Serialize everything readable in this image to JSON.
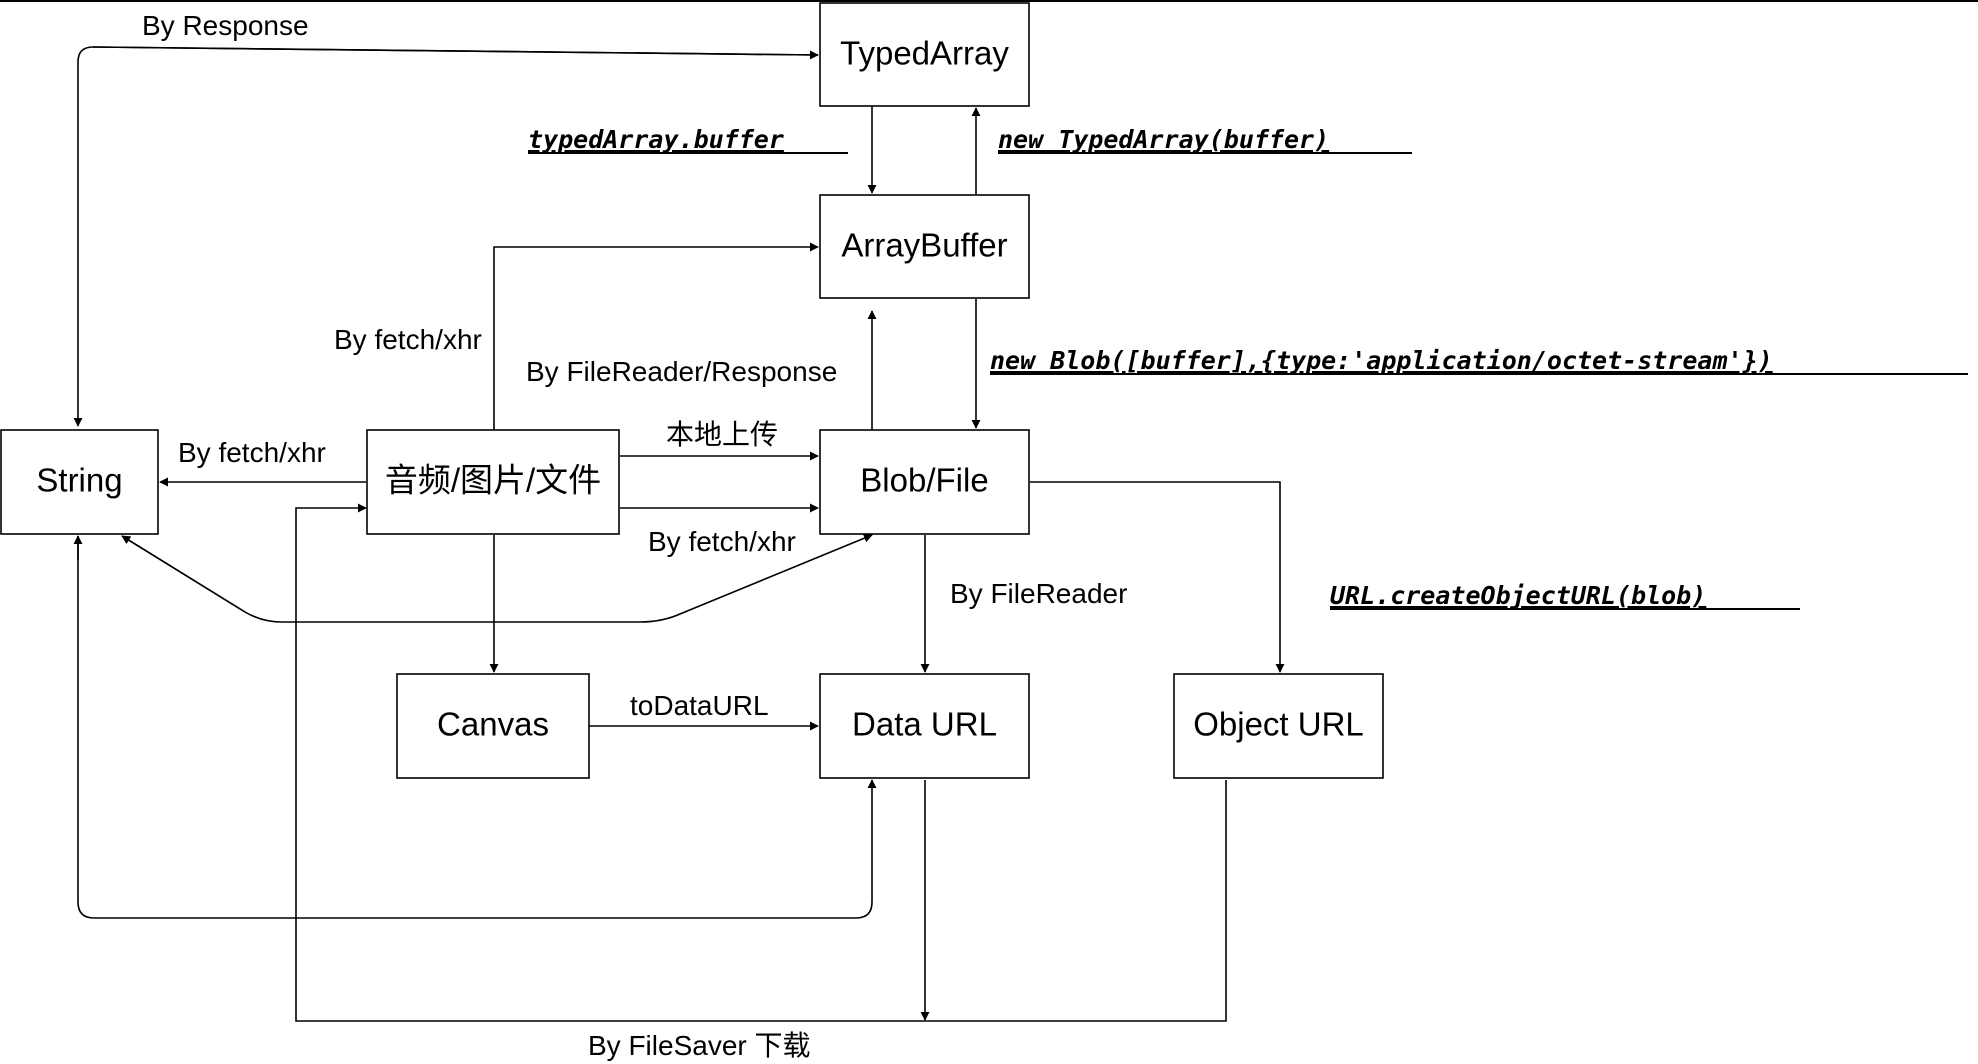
{
  "nodes": {
    "typed_array": "TypedArray",
    "array_buffer": "ArrayBuffer",
    "string": "String",
    "media_file": "音频/图片/文件",
    "blob_file": "Blob/File",
    "canvas": "Canvas",
    "data_url": "Data URL",
    "object_url": "Object URL"
  },
  "edges": {
    "by_response": "By Response",
    "typed_array_buffer": "typedArray.buffer",
    "new_typed_array": "new TypedArray(buffer)",
    "by_fetch_xhr_to_buffer": "By fetch/xhr",
    "by_filereader_response": "By FileReader/Response",
    "new_blob": "new Blob([buffer],{type:'application/octet-stream'})",
    "by_fetch_xhr_to_string": "By fetch/xhr",
    "local_upload": "本地上传",
    "by_fetch_xhr_to_blob": "By fetch/xhr",
    "by_filereader": "By FileReader",
    "create_object_url": "URL.createObjectURL(blob)",
    "to_data_url": "toDataURL",
    "by_filesaver": "By FileSaver 下载"
  }
}
